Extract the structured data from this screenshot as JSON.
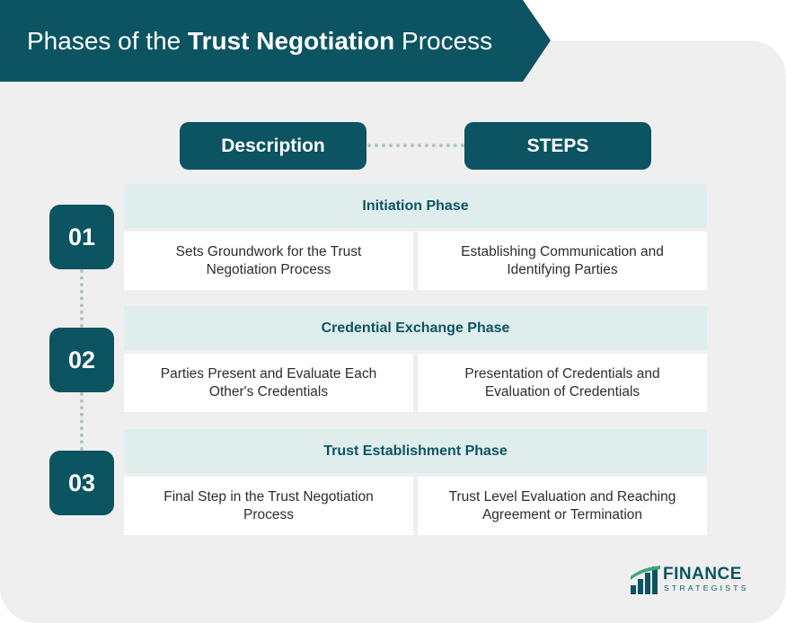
{
  "title": {
    "prefix": "Phases of the ",
    "bold": "Trust Negotiation",
    "suffix": " Process"
  },
  "headers": {
    "description": "Description",
    "steps": "STEPS"
  },
  "phases": [
    {
      "number": "01",
      "title": "Initiation Phase",
      "description": [
        "Sets Groundwork for the Trust",
        "Negotiation Process"
      ],
      "steps": [
        "Establishing Communication and",
        "Identifying Parties"
      ]
    },
    {
      "number": "02",
      "title": "Credential Exchange Phase",
      "description": [
        "Parties Present and Evaluate Each",
        "Other's Credentials"
      ],
      "steps": [
        "Presentation of Credentials and",
        "Evaluation of Credentials"
      ]
    },
    {
      "number": "03",
      "title": "Trust Establishment Phase",
      "description": [
        "Final Step in the Trust Negotiation",
        "Process"
      ],
      "steps": [
        "Trust Level Evaluation and Reaching",
        "Agreement or Termination"
      ]
    }
  ],
  "logo": {
    "line1": "FINANCE",
    "line2": "STRATEGISTS",
    "icon": "finance-strategists-logo-icon"
  },
  "colors": {
    "primary": "#0c5462",
    "phase_band": "#e0eded",
    "panel": "#efefef",
    "connector": "#b3c2c6"
  }
}
